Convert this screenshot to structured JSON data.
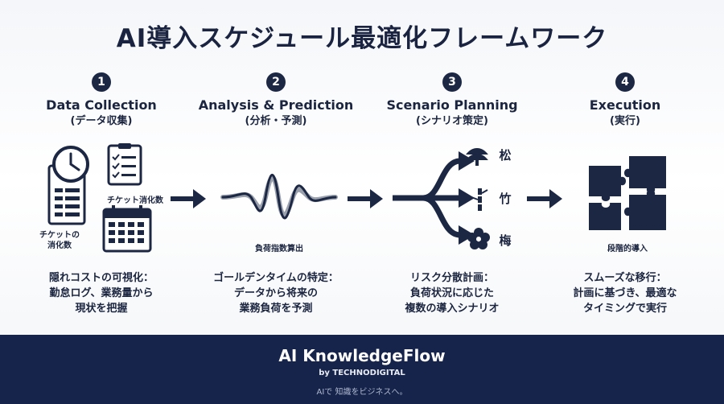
{
  "title": "AI導入スケジュール最適化フレームワーク",
  "colors": {
    "navy": "#1c2744",
    "footer": "#16234a",
    "gray": "#9aa1ad"
  },
  "steps": [
    {
      "number": "1",
      "title": "Data Collection",
      "subtitle": "(データ収集)",
      "desc": [
        "隠れコストの可視化：",
        "勤怠ログ、業務量から",
        "現状を把握"
      ],
      "icons": [
        "clock-icon",
        "checklist-icon",
        "calendar-icon"
      ]
    },
    {
      "number": "2",
      "title": "Analysis & Prediction",
      "subtitle": "(分析・予測)",
      "desc": [
        "ゴールデンタイムの特定：",
        "データから将来の",
        "業務負荷を予測"
      ],
      "icons": [
        "waveform-icon"
      ]
    },
    {
      "number": "3",
      "title": "Scenario Planning",
      "subtitle": "(シナリオ策定)",
      "desc": [
        "リスク分散計画：",
        "負荷状況に応じた",
        "複数の導入シナリオ"
      ],
      "icons": [
        "branch-arrow-icon",
        "pine-icon",
        "bamboo-icon",
        "plum-icon"
      ]
    },
    {
      "number": "4",
      "title": "Execution",
      "subtitle": "(実行)",
      "desc": [
        "スムーズな移行：",
        "計画に基づき、最適な",
        "タイミングで実行"
      ],
      "icons": [
        "puzzle-icon"
      ]
    }
  ],
  "labels": {
    "ticket_count_top": "チケット消化数",
    "ticket_count_left_1": "チケットの",
    "ticket_count_left_2": "消化数",
    "load_index": "負荷指数算出",
    "scenario_pine": "松",
    "scenario_bamboo": "竹",
    "scenario_plum": "梅",
    "phased_rollout": "段階的導入"
  },
  "footer": {
    "brand": "AI KnowledgeFlow",
    "byline": "by TECHNODIGITAL",
    "tagline": "AIで 知識をビジネスへ。"
  }
}
